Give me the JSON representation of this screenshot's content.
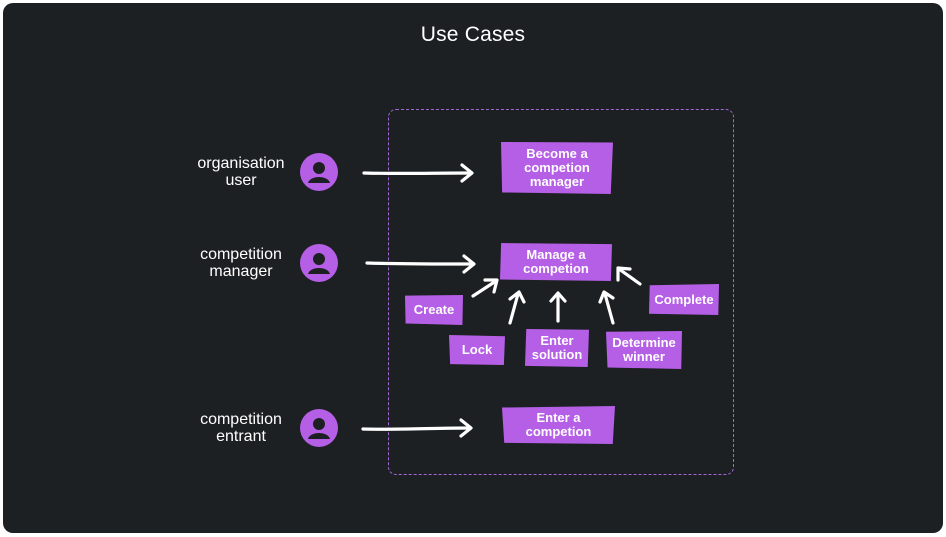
{
  "title": "Use Cases",
  "colors": {
    "background": "#1d2023",
    "accent": "#b55fe6",
    "boundary": "#a667d6",
    "text": "#ffffff"
  },
  "actors": [
    {
      "line1": "organisation",
      "line2": "user",
      "icon": "person-icon"
    },
    {
      "line1": "competition",
      "line2": "manager",
      "icon": "person-icon"
    },
    {
      "line1": "competition",
      "line2": "entrant",
      "icon": "person-icon"
    }
  ],
  "use_cases": {
    "become_manager": {
      "line1": "Become a",
      "line2": "competion",
      "line3": "manager"
    },
    "manage": {
      "line1": "Manage a",
      "line2": "competion"
    },
    "enter": {
      "line1": "Enter a",
      "line2": "competion"
    }
  },
  "sub_cases": {
    "create": "Create",
    "lock": "Lock",
    "enter_solution": {
      "line1": "Enter",
      "line2": "solution"
    },
    "determine_winner": {
      "line1": "Determine",
      "line2": "winner"
    },
    "complete": "Complete"
  }
}
